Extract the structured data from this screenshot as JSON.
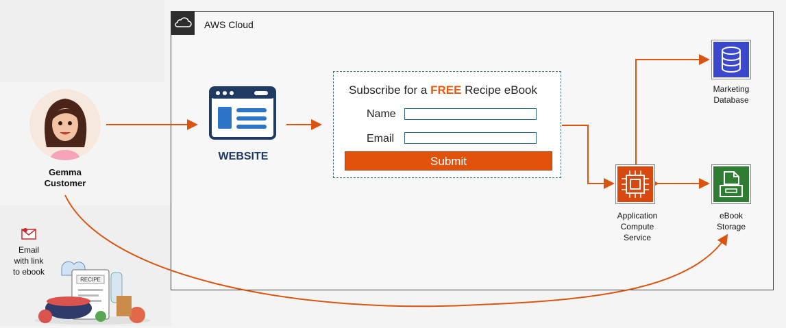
{
  "cloud": {
    "title": "AWS Cloud",
    "icon": "cloud-icon"
  },
  "customer": {
    "name_line1": "Gemma",
    "name_line2": "Customer",
    "icon": "avatar"
  },
  "website": {
    "label": "WEBSITE",
    "icon": "browser-window-icon"
  },
  "form": {
    "title_prefix": "Subscribe for a ",
    "title_highlight": "FREE",
    "title_suffix": " Recipe eBook",
    "name_label": "Name",
    "name_value": "",
    "email_label": "Email",
    "email_value": "",
    "submit_label": "Submit"
  },
  "compute": {
    "line1": "Application",
    "line2": "Compute",
    "line3": "Service",
    "icon": "chip-icon"
  },
  "database": {
    "line1": "Marketing",
    "line2": "Database",
    "icon": "database-icon"
  },
  "storage": {
    "line1": "eBook",
    "line2": "Storage",
    "icon": "storage-icon"
  },
  "email": {
    "line1": "Email",
    "line2": "with link",
    "line3": "to ebook",
    "icon": "envelope-icon"
  },
  "recipe": {
    "card_label": "RECIPE",
    "icon": "recipe-illustration"
  },
  "colors": {
    "accent": "#e2520d",
    "compute": "#d9480f",
    "database": "#3b48cc",
    "storage": "#2e7d32",
    "arrow": "#d9540f"
  }
}
